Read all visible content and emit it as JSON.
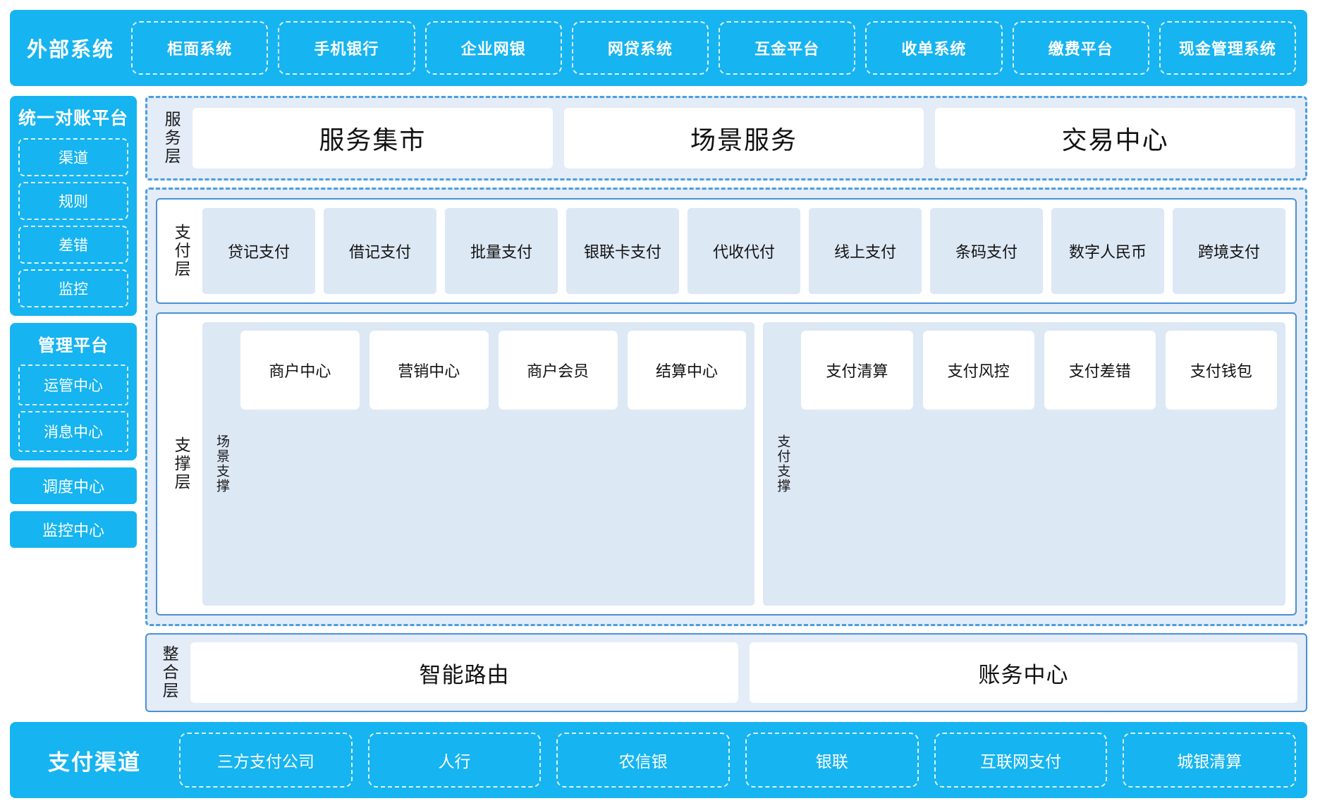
{
  "external": {
    "title": "外部系统",
    "items": [
      "柜面系统",
      "手机银行",
      "企业网银",
      "网贷系统",
      "互金平台",
      "收单系统",
      "缴费平台",
      "现金管理系统"
    ]
  },
  "sidebar": {
    "reconcile": {
      "title": "统一对账平台",
      "items": [
        "渠道",
        "规则",
        "差错",
        "监控"
      ]
    },
    "manage": {
      "title": "管理平台",
      "items": [
        "运管中心",
        "消息中心"
      ]
    },
    "standalone": [
      "调度中心",
      "监控中心"
    ]
  },
  "service_layer": {
    "label": "服务层",
    "cards": [
      "服务集市",
      "场景服务",
      "交易中心"
    ]
  },
  "payment_layer": {
    "label": "支付层",
    "tiles": [
      "贷记支付",
      "借记支付",
      "批量支付",
      "银联卡支付",
      "代收代付",
      "线上支付",
      "条码支付",
      "数字人民币",
      "跨境支付"
    ]
  },
  "support_layer": {
    "label": "支撑层",
    "groups": [
      {
        "label": "场景支撑",
        "tiles": [
          "商户中心",
          "营销中心",
          "商户会员",
          "结算中心"
        ]
      },
      {
        "label": "支付支撑",
        "tiles": [
          "支付清算",
          "支付风控",
          "支付差错",
          "支付钱包"
        ]
      }
    ]
  },
  "integration_layer": {
    "label": "整合层",
    "cards": [
      "智能路由",
      "账务中心"
    ]
  },
  "channels": {
    "title": "支付渠道",
    "items": [
      "三方支付公司",
      "人行",
      "农信银",
      "银联",
      "互联网支付",
      "城银清算"
    ]
  },
  "colors": {
    "brand_cyan": "#16b4f0",
    "panel_blue": "#e3ecf7",
    "tile_blue": "#dde8f5",
    "border_blue": "#4a90d9",
    "dash_blue": "#4a9ee0"
  }
}
